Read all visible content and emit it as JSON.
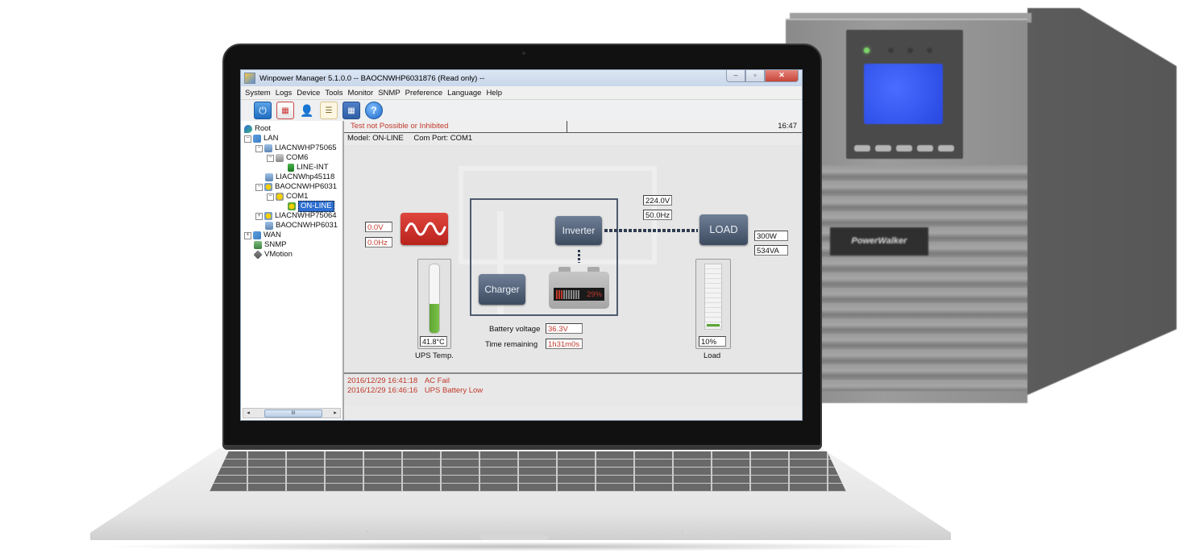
{
  "window": {
    "title": "Winpower Manager 5.1.0.0 -- BAOCNWHP6031876 (Read only) --",
    "controls": {
      "minimize": "–",
      "maximize": "▫",
      "close": "✕"
    }
  },
  "menu": [
    "System",
    "Logs",
    "Device",
    "Tools",
    "Monitor",
    "SNMP",
    "Preference",
    "Language",
    "Help"
  ],
  "toolbar": [
    {
      "icon": "power-icon",
      "glyph": "⏻"
    },
    {
      "icon": "schedule-calendar-icon",
      "glyph": "▦"
    },
    {
      "icon": "user-icon",
      "glyph": "👤"
    },
    {
      "icon": "event-list-icon",
      "glyph": "☰"
    },
    {
      "icon": "data-grid-icon",
      "glyph": "▦"
    },
    {
      "icon": "help-icon",
      "glyph": "?"
    }
  ],
  "tree": {
    "root": "Root",
    "lan": "LAN",
    "lan_children": [
      {
        "label": "LIACNWHP75065",
        "com": "COM6",
        "leaf": "LINE-INT"
      },
      {
        "label": "LIACNWhp45118"
      },
      {
        "label": "BAOCNWHP6031",
        "com": "COM1",
        "leaf": "ON-LINE"
      },
      {
        "label": "LIACNWHP75064"
      },
      {
        "label": "BAOCNWHP6031"
      }
    ],
    "wan": "WAN",
    "snmp": "SNMP",
    "vmotion": "VMotion",
    "scroll_thumb": "III"
  },
  "status": {
    "message": "Test not Possible or Inhibited",
    "time": "16:47"
  },
  "model": {
    "model_text": "Model: ON-LINE",
    "port_text": "Com Port: COM1"
  },
  "input": {
    "voltage": "0.0V",
    "frequency": "0.0Hz"
  },
  "output": {
    "voltage": "224.0V",
    "frequency": "50.0Hz"
  },
  "blocks": {
    "inverter": "Inverter",
    "charger": "Charger",
    "load": "LOAD"
  },
  "battery": {
    "percent": "29%",
    "voltage_label": "Battery voltage",
    "voltage": "36.3V",
    "time_label": "Time remaining",
    "time": "1h31m0s"
  },
  "temperature": {
    "value": "41.8°C",
    "label": "UPS Temp."
  },
  "load": {
    "watts": "300W",
    "va": "534VA",
    "percent": "10%",
    "label": "Load"
  },
  "events": [
    {
      "time": "2016/12/29 16:41:18",
      "text": "AC Fail"
    },
    {
      "time": "2016/12/29 16:46:16",
      "text": "UPS Battery Low"
    }
  ],
  "device": {
    "brand": "PowerWalker"
  },
  "colors": {
    "alert_red": "#c0392b",
    "block_slate": "#4d5a6e",
    "wave_red": "#d23a31",
    "gauge_green": "#6bb43d",
    "lcd_blue": "#2f55f0"
  }
}
